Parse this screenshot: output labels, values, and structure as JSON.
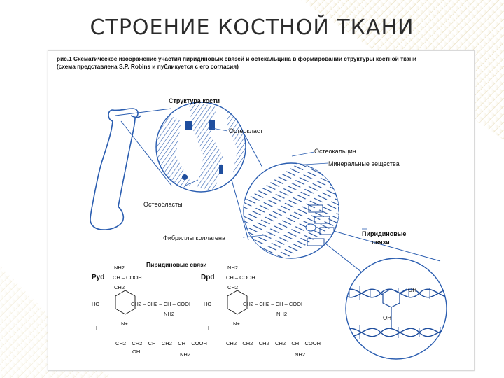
{
  "slide": {
    "title": "СТРОЕНИЕ КОСТНОЙ ТКАНИ"
  },
  "figure": {
    "caption_line1": "рис.1 Схематическое изображение участия пиридиновых связей и остекальцина в формировании структуры костной ткани",
    "caption_line2": "(схема представлена S.P. Robins и публикуется с его согласия)",
    "labels": {
      "bone_structure": "Структура кости",
      "osteoclast": "Остеокласт",
      "osteoblasts": "Остеобласты",
      "osteocalcin": "Остеокальцин",
      "minerals": "Минеральные вещества",
      "collagen_fibrils": "Фибриллы коллагена",
      "pyridinoline_links_a": "Пиридиновые",
      "pyridinoline_links_b": "связи"
    },
    "chem": {
      "heading": "Пиридиновые связи",
      "pyd": "Pyd",
      "dpd": "Dpd",
      "nh2": "NH2",
      "ch_cooh": "CH – COOH",
      "ch2": "CH2",
      "ho": "HO",
      "side_chain": "CH2 – CH2 – CH – COOH",
      "bottom_chain_pyd": "CH2 – CH2 – CH – CH2 – CH – COOH",
      "bottom_chain_dpd": "CH2 – CH2 – CH2 – CH2 – CH – COOH",
      "oh": "OH",
      "h": "H",
      "n_plus": "N+"
    },
    "inset": {
      "oh_top": "OH",
      "oh_bottom": "OH"
    }
  },
  "colors": {
    "accent_blue": "#1f4e9e",
    "line_blue": "#2a5db0",
    "light_blue": "#7ea0d6"
  }
}
